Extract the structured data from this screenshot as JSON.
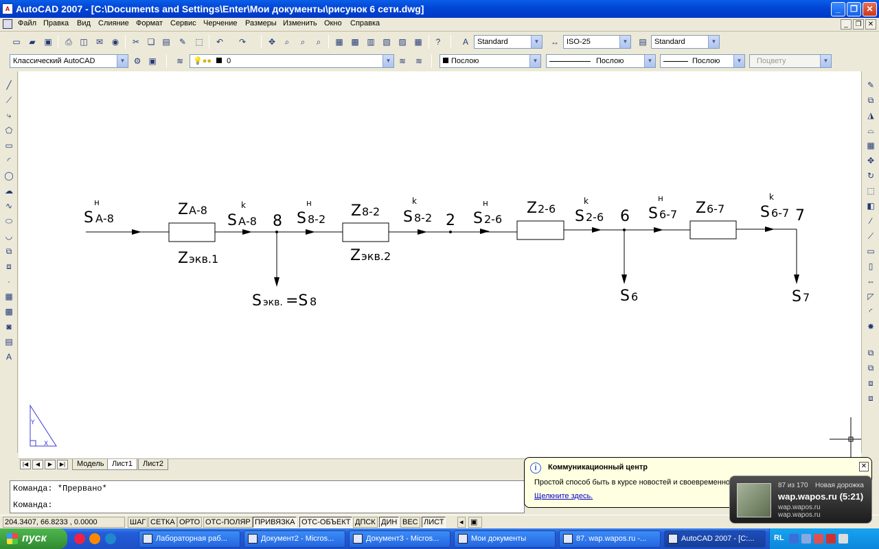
{
  "window": {
    "title": "AutoCAD 2007 - [C:\\Documents and Settings\\Enter\\Мои документы\\рисунок 6 сети.dwg]",
    "app_icon": "A",
    "minimize": "_",
    "maximize": "❐",
    "close": "✕"
  },
  "menu": [
    "Файл",
    "Правка",
    "Вид",
    "Слияние",
    "Формат",
    "Сервис",
    "Черчение",
    "Размеры",
    "Изменить",
    "Окно",
    "Справка"
  ],
  "mdi_controls": [
    "_",
    "❐",
    "✕"
  ],
  "toolbar1": {
    "text_style": "Standard",
    "dim_style": "ISO-25",
    "table_style": "Standard"
  },
  "toolbar2": {
    "workspace": "Классический AutoCAD",
    "layer": "0",
    "color": "Послою",
    "linetype": "Послою",
    "lineweight": "Послою",
    "plotstyle": "Поцвету"
  },
  "drawing": {
    "labels": {
      "s_a8_start": "S",
      "s_a8_start_sup": "н",
      "s_a8_start_sub": "А-8",
      "z_a8": "Z",
      "z_a8_sub": "А-8",
      "z_ekv1": "Z",
      "z_ekv1_sub": "экв.1",
      "s_a8_end": "S",
      "s_a8_end_sup": "k",
      "s_a8_end_sub": "А-8",
      "node8": "8",
      "s_82_start": "S",
      "s_82_start_sup": "н",
      "s_82_start_sub": "8-2",
      "z_82": "Z",
      "z_82_sub": "8-2",
      "z_ekv2": "Z",
      "z_ekv2_sub": "экв.2",
      "s_82_end": "S",
      "s_82_end_sup": "k",
      "s_82_end_sub": "8-2",
      "node2": "2",
      "s_26_start": "S",
      "s_26_start_sup": "н",
      "s_26_start_sub": "2-6",
      "z_26": "Z",
      "z_26_sub": "2-6",
      "s_26_end": "S",
      "s_26_end_sup": "k",
      "s_26_end_sub": "2-6",
      "node6": "6",
      "s_67_start": "S",
      "s_67_start_sup": "н",
      "s_67_start_sub": "6-7",
      "z_67": "Z",
      "z_67_sub": "6-7",
      "s_67_end": "S",
      "s_67_end_sup": "k",
      "s_67_end_sub": "6-7",
      "node7": "7",
      "s_ekv": "S",
      "s_ekv_sub": "экв.",
      "s_ekv_eq": "=S",
      "s_ekv_eq_sub": "8",
      "s6": "S",
      "s6_sub": "6",
      "s7": "S",
      "s7_sub": "7",
      "ucs_y": "Y",
      "ucs_x": "X"
    }
  },
  "layout_tabs": {
    "nav": [
      "|◀",
      "◀",
      "▶",
      "▶|"
    ],
    "tabs": [
      "Модель",
      "Лист1",
      "Лист2"
    ],
    "active": "Лист1"
  },
  "command": {
    "line1": "Команда: *Прервано*",
    "line2": "Команда:"
  },
  "status": {
    "coords": "204.3407, 66.8233 , 0.0000",
    "buttons": [
      "ШАГ",
      "СЕТКА",
      "ОРТО",
      "ОТС-ПОЛЯР",
      "ПРИВЯЗКА",
      "ОТС-ОБЪЕКТ",
      "ДПСК",
      "ДИН",
      "ВЕС",
      "ЛИСТ"
    ],
    "on": [
      "ПРИВЯЗКА",
      "ОТС-ОБЪЕКТ",
      "ДИН",
      "ЛИСТ"
    ]
  },
  "notification": {
    "title": "Коммуникационный центр",
    "body": "Простой способ быть в курсе новостей и своевременно",
    "link": "Щелкните здесь.",
    "icon": "i",
    "close": "✕"
  },
  "player": {
    "count": "87 из 170",
    "track_label": "Новая дорожка",
    "title": "wap.wapos.ru (5:21)",
    "sub1": "wap.wapos.ru",
    "sub2": "wap.wapos.ru"
  },
  "taskbar": {
    "start": "пуск",
    "tasks": [
      {
        "label": "Лабораторная раб..."
      },
      {
        "label": "Документ2 - Micros..."
      },
      {
        "label": "Документ3 - Micros..."
      },
      {
        "label": "Мои документы"
      },
      {
        "label": "87. wap.wapos.ru -..."
      },
      {
        "label": "AutoCAD 2007 - [C:..."
      }
    ],
    "active_task": "AutoCAD 2007 - [C:...",
    "lang": "RL"
  },
  "colors": {
    "title_bar": "#0245d6",
    "canvas": "#ffffff",
    "line": "#000000",
    "ucs": "#3a3ad8",
    "taskbar": "#245edb",
    "start": "#318a31"
  }
}
